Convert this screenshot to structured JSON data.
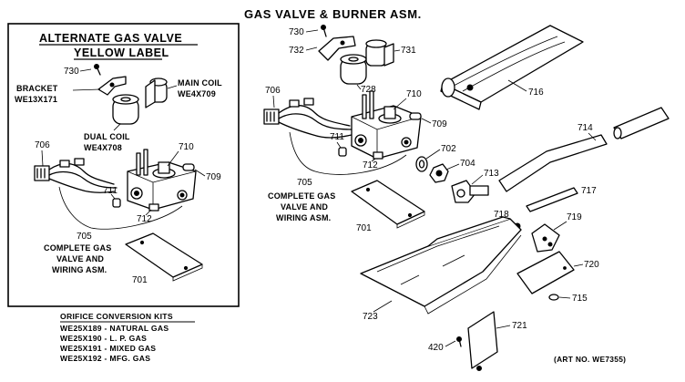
{
  "title": "GAS VALVE & BURNER ASM.",
  "inset": {
    "heading_line1": "ALTERNATE GAS VALVE",
    "heading_line2": "YELLOW LABEL",
    "bracket_label_line1": "BRACKET",
    "bracket_label_line2": "WE13X171",
    "main_coil_line1": "MAIN COIL",
    "main_coil_line2": "WE4X709",
    "dual_coil_line1": "DUAL COIL",
    "dual_coil_line2": "WE4X708",
    "complete_line1": "COMPLETE GAS",
    "complete_line2": "VALVE AND",
    "complete_line3": "WIRING ASM.",
    "callouts": {
      "c730": "730",
      "c706": "706",
      "c710": "710",
      "c709": "709",
      "c711": "711",
      "c712": "712",
      "c705": "705",
      "c701": "701"
    }
  },
  "main": {
    "complete_line1": "COMPLETE GAS",
    "complete_line2": "VALVE AND",
    "complete_line3": "WIRING ASM.",
    "callouts": {
      "c730": "730",
      "c732": "732",
      "c731": "731",
      "c728": "728",
      "c706": "706",
      "c710": "710",
      "c709": "709",
      "c711": "711",
      "c712": "712",
      "c702": "702",
      "c704": "704",
      "c713": "713",
      "c705": "705",
      "c701": "701",
      "c716": "716",
      "c714": "714",
      "c717": "717",
      "c718": "718",
      "c719": "719",
      "c720": "720",
      "c715": "715",
      "c723": "723",
      "c721": "721",
      "c420": "420"
    }
  },
  "orifice_kits": {
    "heading": "ORIFICE CONVERSION KITS",
    "rows": [
      "WE25X189 - NATURAL GAS",
      "WE25X190 - L. P. GAS",
      "WE25X191 - MIXED GAS",
      "WE25X192 - MFG. GAS"
    ]
  },
  "art_no": "(ART NO. WE7355)"
}
